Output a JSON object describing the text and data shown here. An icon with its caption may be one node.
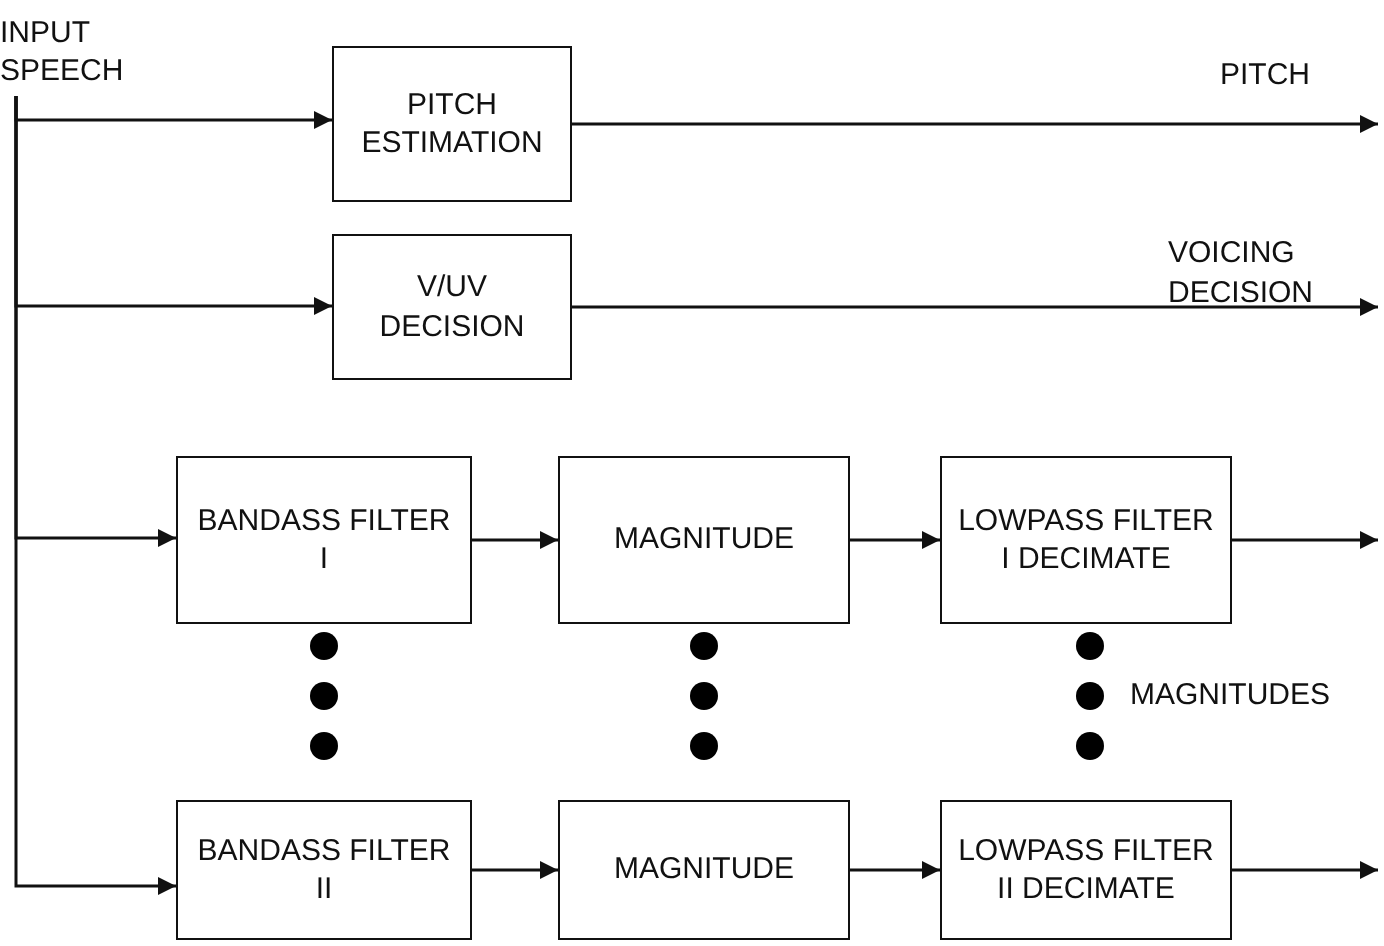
{
  "diagram": {
    "nodes": [
      {
        "text": [
          "INPUT SPEECH"
        ]
      },
      {
        "text": [
          "PITCH ESTIMATION"
        ]
      },
      {
        "text": [
          "V/UV DECISION"
        ]
      },
      {
        "text": [
          "BANDASS FILTER I"
        ]
      },
      {
        "text": [
          "MAGNITUDE"
        ]
      },
      {
        "text": [
          "LOWPASS FILTER I DECIMATE"
        ]
      },
      {
        "text": [
          "BANDASS FILTER II"
        ]
      },
      {
        "text": [
          "MAGNITUDE"
        ]
      },
      {
        "text": [
          "LOWPASS FILTER II DECIMATE"
        ]
      }
    ],
    "edges": [
      {
        "from": 0,
        "to": 1,
        "arrow": "to"
      },
      {
        "from": 0,
        "to": 2,
        "arrow": "to"
      },
      {
        "from": 0,
        "to": 3,
        "arrow": "to"
      },
      {
        "from": 0,
        "to": 6,
        "arrow": "to"
      },
      {
        "from": 1,
        "to": null,
        "arrow": "to"
      },
      {
        "from": 2,
        "to": null,
        "arrow": "to"
      },
      {
        "from": 3,
        "to": 4,
        "arrow": "to"
      },
      {
        "from": 4,
        "to": 5,
        "arrow": "to"
      },
      {
        "from": 5,
        "to": null,
        "arrow": "to"
      },
      {
        "from": 6,
        "to": 7,
        "arrow": "to"
      },
      {
        "from": 7,
        "to": 8,
        "arrow": "to"
      },
      {
        "from": 8,
        "to": null,
        "arrow": "to"
      }
    ],
    "labels": [
      "PITCH",
      "VOICING DECISION",
      "MAGNITUDES"
    ]
  }
}
